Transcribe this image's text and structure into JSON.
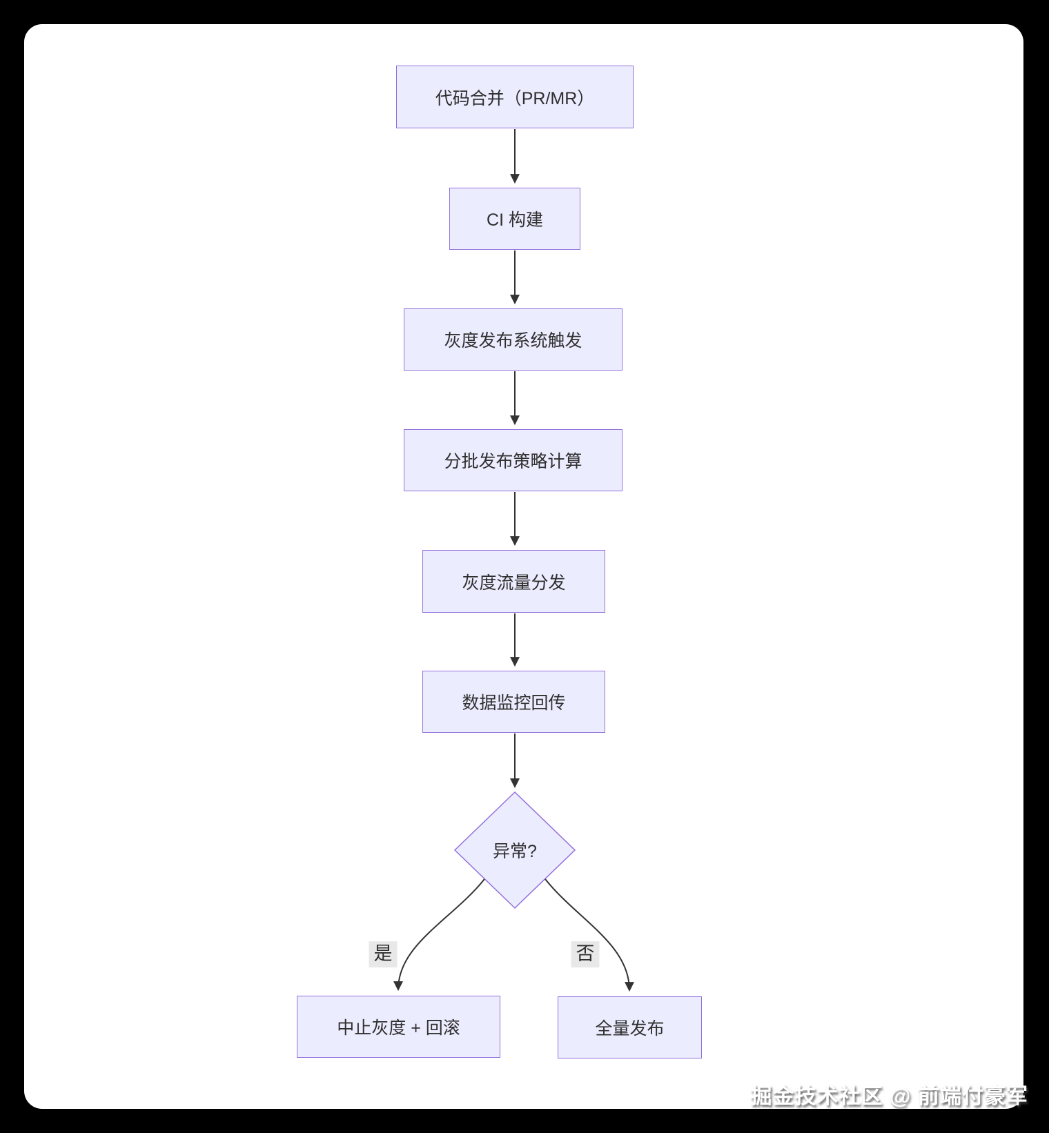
{
  "colors": {
    "page_background": "#000000",
    "card_background": "#ffffff",
    "node_fill": "#ECECFF",
    "node_border": "#9370DB",
    "edge_stroke": "#333333",
    "text": "#2f2f2f",
    "edge_label_background": "#e8e8e8"
  },
  "flowchart": {
    "nodes": [
      {
        "id": "merge",
        "shape": "rect",
        "label": "代码合并（PR/MR）"
      },
      {
        "id": "ci-build",
        "shape": "rect",
        "label": "CI 构建"
      },
      {
        "id": "gray-trigger",
        "shape": "rect",
        "label": "灰度发布系统触发"
      },
      {
        "id": "batch-strategy",
        "shape": "rect",
        "label": "分批发布策略计算"
      },
      {
        "id": "gray-traffic",
        "shape": "rect",
        "label": "灰度流量分发"
      },
      {
        "id": "monitor",
        "shape": "rect",
        "label": "数据监控回传"
      },
      {
        "id": "abnormal",
        "shape": "diamond",
        "label": "异常?"
      },
      {
        "id": "abort-rollback",
        "shape": "rect",
        "label": "中止灰度 + 回滚"
      },
      {
        "id": "full-release",
        "shape": "rect",
        "label": "全量发布"
      }
    ],
    "edges": [
      {
        "from": "merge",
        "to": "ci-build",
        "label": ""
      },
      {
        "from": "ci-build",
        "to": "gray-trigger",
        "label": ""
      },
      {
        "from": "gray-trigger",
        "to": "batch-strategy",
        "label": ""
      },
      {
        "from": "batch-strategy",
        "to": "gray-traffic",
        "label": ""
      },
      {
        "from": "gray-traffic",
        "to": "monitor",
        "label": ""
      },
      {
        "from": "monitor",
        "to": "abnormal",
        "label": ""
      },
      {
        "from": "abnormal",
        "to": "abort-rollback",
        "label": "是"
      },
      {
        "from": "abnormal",
        "to": "full-release",
        "label": "否"
      }
    ]
  },
  "watermark": {
    "text": "掘金技术社区 @ 前端付豪军"
  }
}
